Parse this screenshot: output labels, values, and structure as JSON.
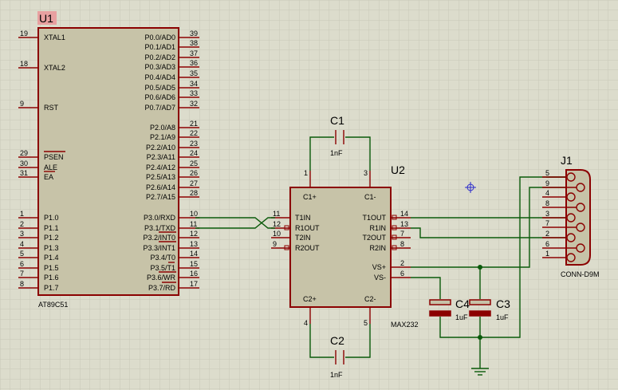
{
  "u1": {
    "ref": "U1",
    "part": "AT89C51",
    "left_pins": [
      {
        "num": "19",
        "name": "XTAL1"
      },
      {
        "num": "18",
        "name": "XTAL2"
      },
      {
        "num": "9",
        "name": "RST"
      },
      {
        "num": "29",
        "name": "PSEN"
      },
      {
        "num": "30",
        "name": "ALE"
      },
      {
        "num": "31",
        "name": "EA"
      },
      {
        "num": "1",
        "name": "P1.0"
      },
      {
        "num": "2",
        "name": "P1.1"
      },
      {
        "num": "3",
        "name": "P1.2"
      },
      {
        "num": "4",
        "name": "P1.3"
      },
      {
        "num": "5",
        "name": "P1.4"
      },
      {
        "num": "6",
        "name": "P1.5"
      },
      {
        "num": "7",
        "name": "P1.6"
      },
      {
        "num": "8",
        "name": "P1.7"
      }
    ],
    "right_pins": [
      {
        "num": "39",
        "name": "P0.0/AD0"
      },
      {
        "num": "38",
        "name": "P0.1/AD1"
      },
      {
        "num": "37",
        "name": "P0.2/AD2"
      },
      {
        "num": "36",
        "name": "P0.3/AD3"
      },
      {
        "num": "35",
        "name": "P0.4/AD4"
      },
      {
        "num": "34",
        "name": "P0.5/AD5"
      },
      {
        "num": "33",
        "name": "P0.6/AD6"
      },
      {
        "num": "32",
        "name": "P0.7/AD7"
      },
      {
        "num": "21",
        "name": "P2.0/A8"
      },
      {
        "num": "22",
        "name": "P2.1/A9"
      },
      {
        "num": "23",
        "name": "P2.2/A10"
      },
      {
        "num": "24",
        "name": "P2.3/A11"
      },
      {
        "num": "25",
        "name": "P2.4/A12"
      },
      {
        "num": "26",
        "name": "P2.5/A13"
      },
      {
        "num": "27",
        "name": "P2.6/A14"
      },
      {
        "num": "28",
        "name": "P2.7/A15"
      },
      {
        "num": "10",
        "name": "P3.0/RXD"
      },
      {
        "num": "11",
        "name": "P3.1/TXD"
      },
      {
        "num": "12",
        "name": "P3.2/INT0"
      },
      {
        "num": "13",
        "name": "P3.3/INT1"
      },
      {
        "num": "14",
        "name": "P3.4/T0"
      },
      {
        "num": "15",
        "name": "P3.5/T1"
      },
      {
        "num": "16",
        "name": "P3.6/WR"
      },
      {
        "num": "17",
        "name": "P3.7/RD"
      }
    ]
  },
  "u2": {
    "ref": "U2",
    "part": "MAX232",
    "top": [
      {
        "num": "1",
        "name": "C1+"
      },
      {
        "num": "3",
        "name": "C1-"
      }
    ],
    "bottom": [
      {
        "num": "4",
        "name": "C2+"
      },
      {
        "num": "5",
        "name": "C2-"
      }
    ],
    "left_pins": [
      {
        "num": "11",
        "name": "T1IN"
      },
      {
        "num": "12",
        "name": "R1OUT"
      },
      {
        "num": "10",
        "name": "T2IN"
      },
      {
        "num": "9",
        "name": "R2OUT"
      }
    ],
    "right_pins": [
      {
        "num": "14",
        "name": "T1OUT"
      },
      {
        "num": "13",
        "name": "R1IN"
      },
      {
        "num": "7",
        "name": "T2OUT"
      },
      {
        "num": "8",
        "name": "R2IN"
      },
      {
        "num": "2",
        "name": "VS+"
      },
      {
        "num": "6",
        "name": "VS-"
      }
    ]
  },
  "c1": {
    "ref": "C1",
    "value": "1nF"
  },
  "c2": {
    "ref": "C2",
    "value": "1nF"
  },
  "c3": {
    "ref": "C3",
    "value": "1uF"
  },
  "c4": {
    "ref": "C4",
    "value": "1uF"
  },
  "j1": {
    "ref": "J1",
    "part": "CONN-D9M",
    "pins": [
      "5",
      "9",
      "4",
      "8",
      "3",
      "7",
      "2",
      "6",
      "1"
    ]
  },
  "colors": {
    "background": "#dcdccc",
    "grid": "#c9c9b8",
    "wire": "#0a5a0a",
    "component": "#8b0000",
    "body": "#c7c3a8"
  }
}
